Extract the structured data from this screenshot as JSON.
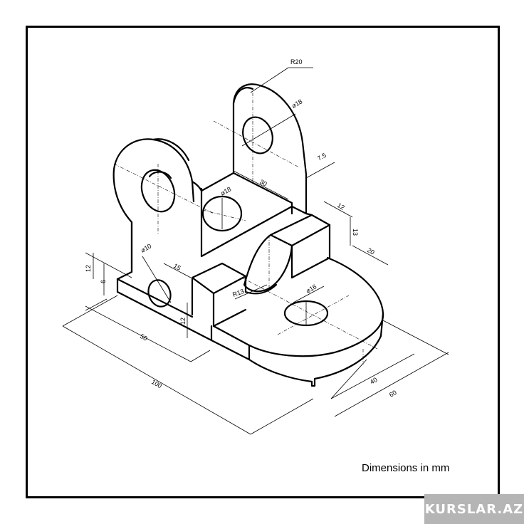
{
  "drawing": {
    "dimensions": {
      "r_top": "R20",
      "dia_top_hole": "⌀18",
      "offset_7_5": "7.5",
      "width_30": "30",
      "dia_mid_hole": "⌀18",
      "block_depth_12": "12",
      "block_height_13": "13",
      "block_width_20": "20",
      "dia_small_hole": "⌀10",
      "offset_15": "15",
      "step_12": "12",
      "step_6": "6",
      "r_cut": "R13",
      "dia_base_hole": "⌀16",
      "base_height_12": "12",
      "length_50": "50",
      "length_100": "100",
      "width_40": "40",
      "width_60": "60"
    },
    "note": "Dimensions in mm"
  },
  "watermark": "KURSLAR.AZ"
}
